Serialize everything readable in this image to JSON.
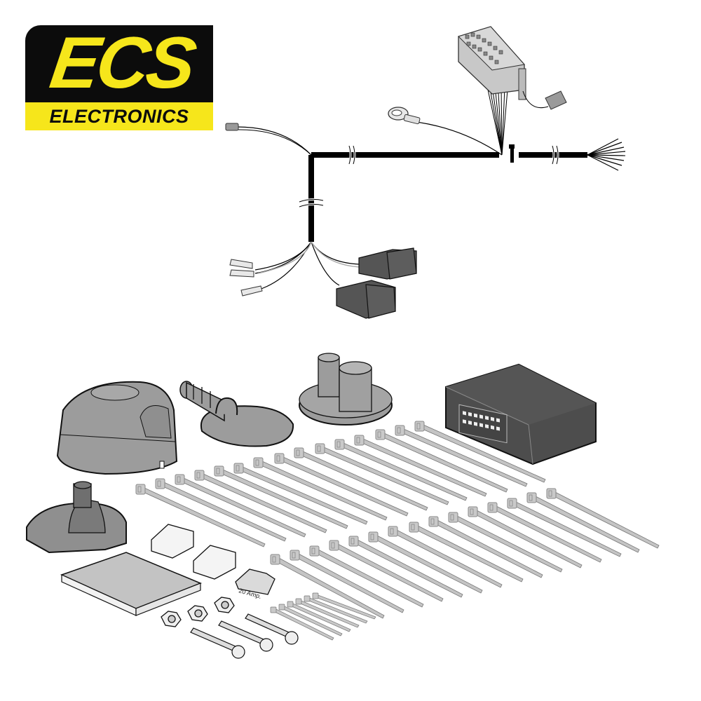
{
  "logo": {
    "brand": "ECS",
    "subtitle": "ELECTRONICS",
    "colors": {
      "yellow": "#f6e61b",
      "black": "#0c0c0c"
    }
  },
  "product": {
    "kind": "towbar wiring kit illustration",
    "components": [
      {
        "name": "wiring-harness",
        "description": "main black harness with breaks, 13-pin connector, ring terminal, fan of loose wires"
      },
      {
        "name": "light-connectors",
        "description": "two dark grey plug connectors and three flat spade terminals"
      },
      {
        "name": "socket-7-pin",
        "description": "grey 7-pin tow socket"
      },
      {
        "name": "rubber-grommet",
        "description": "cable grommet with loop"
      },
      {
        "name": "double-grommet",
        "description": "round grommet with two sleeves"
      },
      {
        "name": "control-module",
        "description": "dark grey module with 14-pin port"
      },
      {
        "name": "socket-seal",
        "description": "rubber socket seal gasket"
      },
      {
        "name": "wire-connectors",
        "description": "two white scotchlock connectors"
      },
      {
        "name": "instruction-pad",
        "description": "grey foam pad"
      },
      {
        "name": "fuse",
        "label": "20 Amp."
      },
      {
        "name": "nuts",
        "count": 3
      },
      {
        "name": "bolts",
        "count": 3
      },
      {
        "name": "cable-ties-long",
        "count": 30
      },
      {
        "name": "cable-ties-short",
        "count": 6
      }
    ]
  },
  "fuse": {
    "label": "20 Amp."
  },
  "colors": {
    "component_grey": "#9c9c9c",
    "dark_grey": "#555555",
    "tie_grey": "#c4c4c4",
    "outline": "#111111"
  }
}
